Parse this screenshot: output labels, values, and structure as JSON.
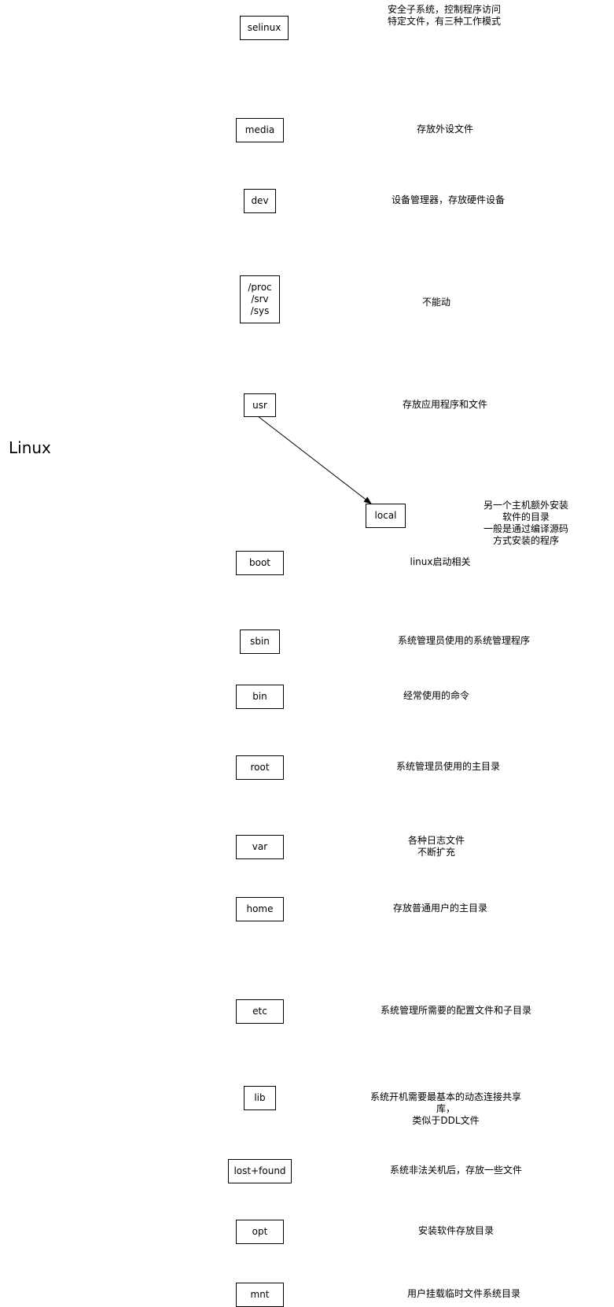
{
  "root_label": "Linux",
  "directories": [
    {
      "id": "selinux",
      "label": "selinux",
      "desc": "安全子系统，控制程序访问\n特定文件，有三种工作模式"
    },
    {
      "id": "media",
      "label": "media",
      "desc": "存放外设文件"
    },
    {
      "id": "dev",
      "label": "dev",
      "desc": "设备管理器，存放硬件设备"
    },
    {
      "id": "proc-srv-sys",
      "label": "/proc\n/srv\n/sys",
      "desc": "不能动"
    },
    {
      "id": "usr",
      "label": "usr",
      "desc": "存放应用程序和文件"
    },
    {
      "id": "local",
      "label": "local",
      "desc": "另一个主机额外安装软件的目录\n一般是通过编译源码方式安装的程序"
    },
    {
      "id": "boot",
      "label": "boot",
      "desc": "linux启动相关"
    },
    {
      "id": "sbin",
      "label": "sbin",
      "desc": "系统管理员使用的系统管理程序"
    },
    {
      "id": "bin",
      "label": "bin",
      "desc": "经常使用的命令"
    },
    {
      "id": "root",
      "label": "root",
      "desc": "系统管理员使用的主目录"
    },
    {
      "id": "var",
      "label": "var",
      "desc": "各种日志文件\n不断扩充"
    },
    {
      "id": "home",
      "label": "home",
      "desc": "存放普通用户的主目录"
    },
    {
      "id": "etc",
      "label": "etc",
      "desc": "系统管理所需要的配置文件和子目录"
    },
    {
      "id": "lib",
      "label": "lib",
      "desc": "系统开机需要最基本的动态连接共享库，\n类似于DDL文件"
    },
    {
      "id": "lost-found",
      "label": "lost+found",
      "desc": "系统非法关机后，存放一些文件"
    },
    {
      "id": "opt",
      "label": "opt",
      "desc": "安装软件存放目录"
    },
    {
      "id": "mnt",
      "label": "mnt",
      "desc": "用户挂载临时文件系统目录"
    }
  ],
  "edges": [
    {
      "from": "usr",
      "to": "local"
    }
  ]
}
